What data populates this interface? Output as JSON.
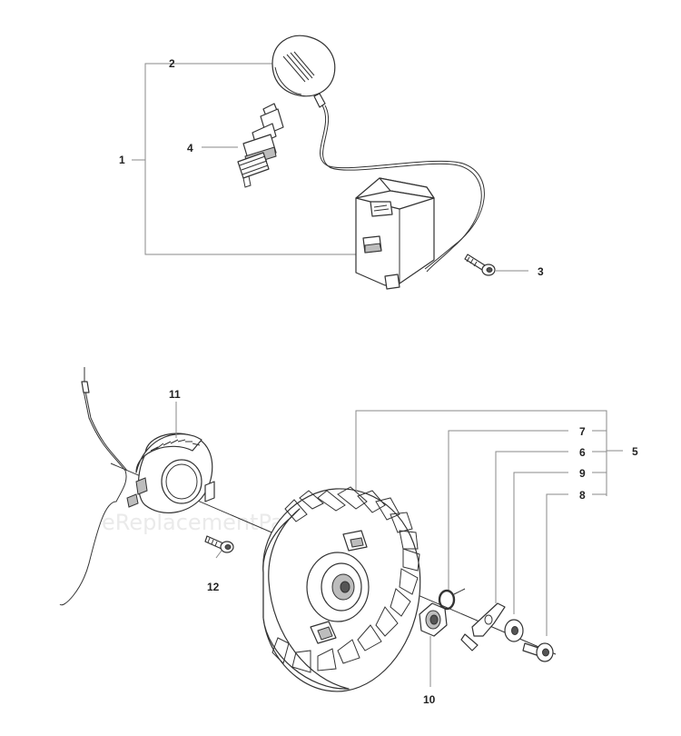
{
  "watermark": "eReplacementParts.com",
  "callouts": {
    "c1": "1",
    "c2": "2",
    "c3": "3",
    "c4": "4",
    "c5": "5",
    "c6": "6",
    "c7": "7",
    "c8": "8",
    "c9": "9",
    "c10": "10",
    "c11": "11",
    "c12": "12"
  }
}
